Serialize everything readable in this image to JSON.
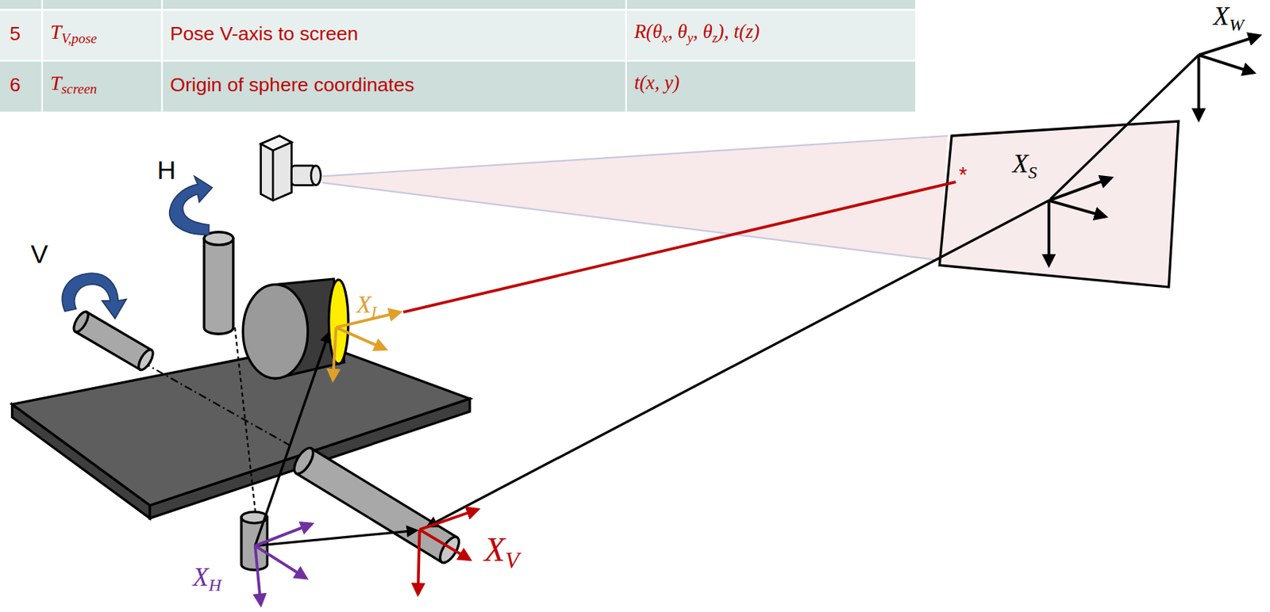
{
  "diagram": {
    "labels": [
      "5",
      "T",
      "V,pose",
      "Pose V-axis to screen",
      "R(θ",
      "x",
      ", θ",
      "y",
      ", θ",
      "z",
      "), t(z)",
      "6",
      "T",
      "screen",
      "Origin of sphere coordinates",
      "t(x, y)",
      "X",
      "W",
      "X",
      "S",
      "*",
      "H",
      "V",
      "X",
      "L",
      "X",
      "V",
      "X",
      "H"
    ]
  }
}
